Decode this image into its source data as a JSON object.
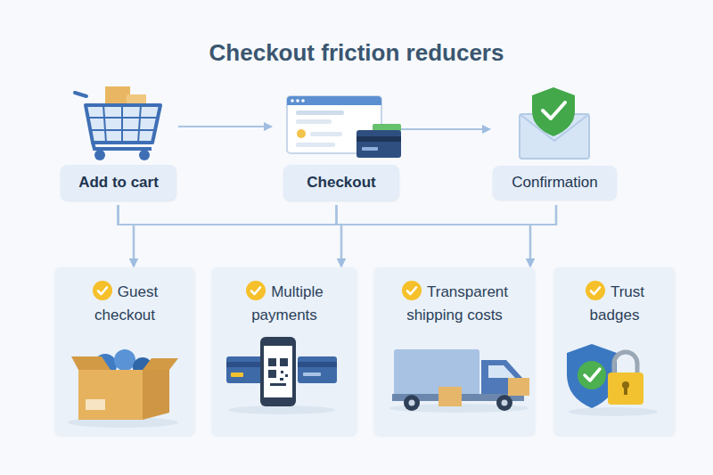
{
  "diagram": {
    "title": "Checkout friction reducers",
    "nodes": [
      {
        "text": [
          "Add to cart"
        ]
      },
      {
        "text": [
          "Checkout"
        ]
      },
      {
        "text": [
          "Confirmation"
        ]
      },
      {
        "text": [
          "Guest checkout"
        ]
      },
      {
        "text": [
          "Multiple payments"
        ]
      },
      {
        "text": [
          "Transparent shipping costs"
        ]
      },
      {
        "text": [
          "Trust badges"
        ]
      }
    ],
    "edges": [
      {
        "from": 0,
        "to": 1,
        "arrow": "to"
      },
      {
        "from": 1,
        "to": 2,
        "arrow": "to"
      },
      {
        "from": 0,
        "to": 3,
        "arrow": "to"
      },
      {
        "from": 0,
        "to": 4,
        "arrow": "to"
      },
      {
        "from": 0,
        "to": 5,
        "arrow": "to"
      },
      {
        "from": 1,
        "to": 3,
        "arrow": "to"
      },
      {
        "from": 1,
        "to": 4,
        "arrow": "to"
      },
      {
        "from": 1,
        "to": 5,
        "arrow": "to"
      },
      {
        "from": 2,
        "to": 3,
        "arrow": "to"
      },
      {
        "from": 2,
        "to": 4,
        "arrow": "to"
      },
      {
        "from": 2,
        "to": 5,
        "arrow": "to"
      }
    ]
  }
}
